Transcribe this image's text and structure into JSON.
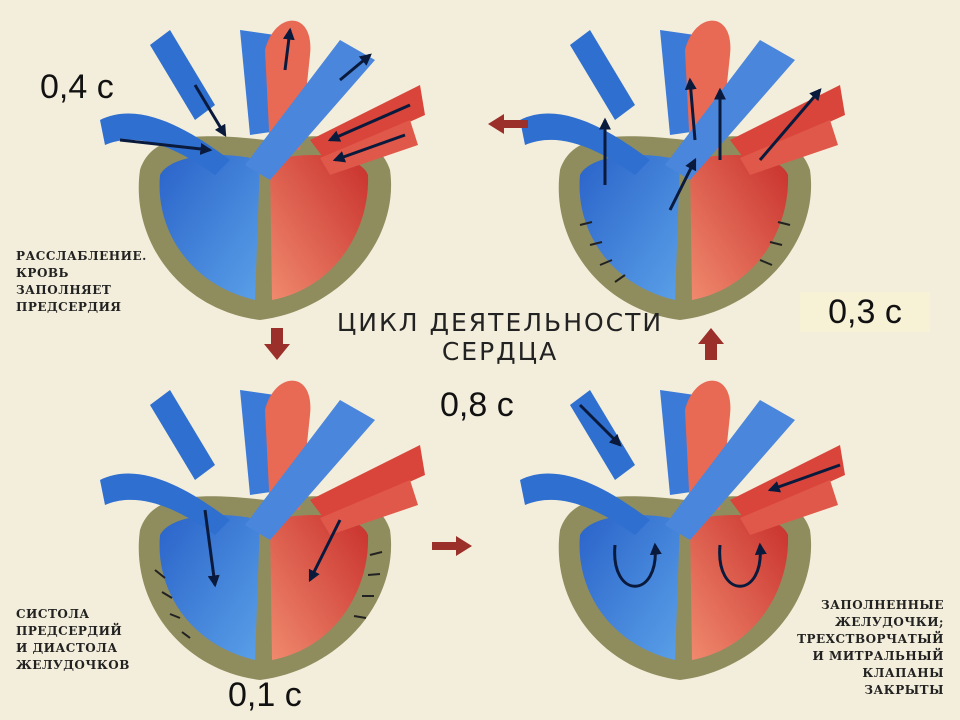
{
  "title_line1": "ЦИКЛ ДЕЯТЕЛЬНОСТИ",
  "title_line2": "СЕРДЦА",
  "times": {
    "top_left": "0,4 с",
    "top_right": "0,3 с",
    "total": "0,8 с",
    "bottom_left": "0,1 с"
  },
  "captions": {
    "top_left": [
      "РАССЛАБЛЕНИЕ.",
      "КРОВЬ",
      "ЗАПОЛНЯЕТ",
      "ПРЕДСЕРДИЯ"
    ],
    "bottom_left": [
      "СИСТОЛА",
      "ПРЕДСЕРДИЙ",
      "И ДИАСТОЛА",
      "ЖЕЛУДОЧКОВ"
    ],
    "bottom_right": [
      "ЗАПОЛНЕННЫЕ",
      "ЖЕЛУДОЧКИ;",
      "ТРЕХСТВОРЧАТЫЙ",
      "И МИТРАЛЬНЫЙ",
      "КЛАПАНЫ",
      "ЗАКРЫТЫ"
    ]
  },
  "colors": {
    "background": "#f3eedb",
    "deoxygenated_blue": "#2f6fd0",
    "oxygenated_red": "#e04a3c",
    "heart_wall": "#8f8c5e",
    "cycle_arrow": "#9b2f2a"
  }
}
